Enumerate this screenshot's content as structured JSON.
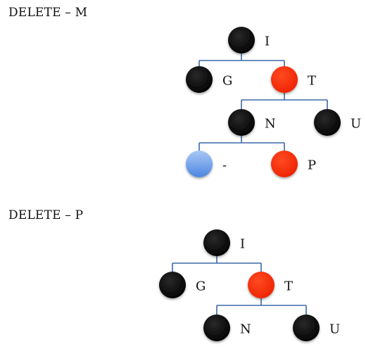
{
  "sections": [
    {
      "title": "DELETE – M",
      "nodes": [
        {
          "id": "I",
          "label": "I",
          "color": "black"
        },
        {
          "id": "G",
          "label": "G",
          "color": "black"
        },
        {
          "id": "T",
          "label": "T",
          "color": "red"
        },
        {
          "id": "N",
          "label": "N",
          "color": "black"
        },
        {
          "id": "U",
          "label": "U",
          "color": "black"
        },
        {
          "id": "X",
          "label": "-",
          "color": "blue"
        },
        {
          "id": "P",
          "label": "P",
          "color": "red"
        }
      ],
      "edges": [
        [
          "I",
          "G"
        ],
        [
          "I",
          "T"
        ],
        [
          "T",
          "N"
        ],
        [
          "T",
          "U"
        ],
        [
          "N",
          "X"
        ],
        [
          "N",
          "P"
        ]
      ]
    },
    {
      "title": "DELETE – P",
      "nodes": [
        {
          "id": "I",
          "label": "I",
          "color": "black"
        },
        {
          "id": "G",
          "label": "G",
          "color": "black"
        },
        {
          "id": "T",
          "label": "T",
          "color": "red"
        },
        {
          "id": "N",
          "label": "N",
          "color": "black"
        },
        {
          "id": "U",
          "label": "U",
          "color": "black"
        }
      ],
      "edges": [
        [
          "I",
          "G"
        ],
        [
          "I",
          "T"
        ],
        [
          "T",
          "N"
        ],
        [
          "T",
          "U"
        ]
      ]
    }
  ],
  "colors": {
    "black": "#000000",
    "red": "#ff2a00",
    "blue": "#6f9fe6",
    "edge": "#3a68a8"
  }
}
